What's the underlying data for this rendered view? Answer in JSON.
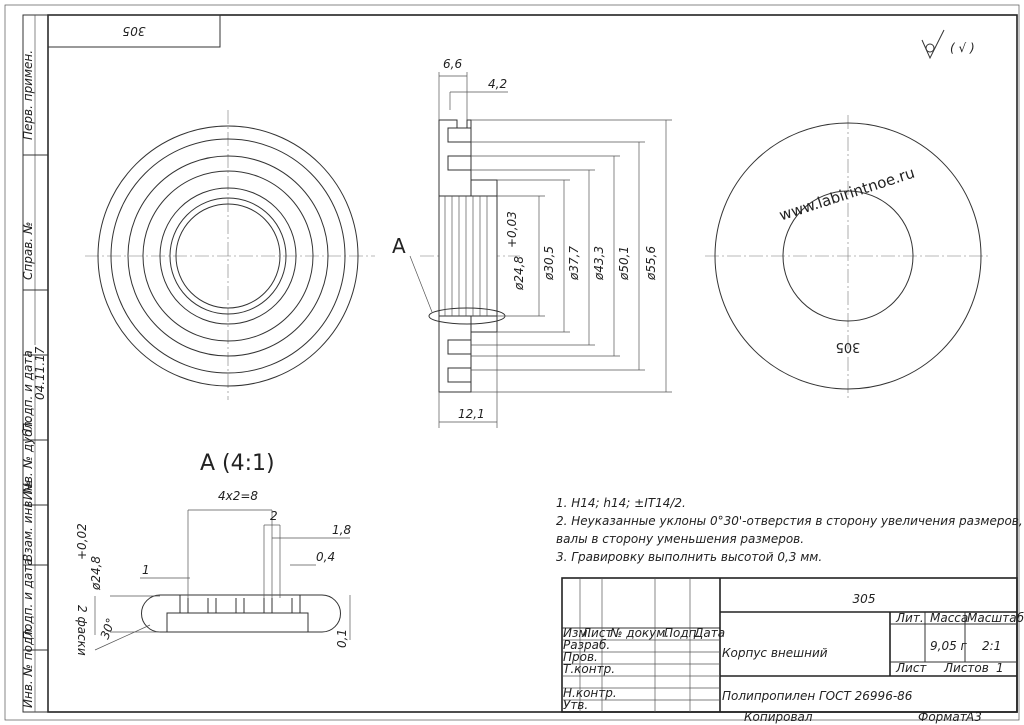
{
  "drawing": {
    "part_number": "305",
    "part_number_top": "305",
    "part_name": "Корпус внешний",
    "material": "Полипропилен  ГОСТ 26996-86",
    "mass": "9,05 г",
    "scale": "2:1",
    "sheets_label": "Листов",
    "sheets_value": "1",
    "sheet_label": "Лист",
    "copied": "Копировал",
    "format_label": "Формат",
    "format_value": "A3",
    "engraving": "www.labirintnoe.ru",
    "engraving_number": "305",
    "roughness": "√ (√)",
    "section_a": "A",
    "detail_title": "A (4:1)"
  },
  "side_columns": {
    "top": [
      "Перв. примен.",
      "Справ. №"
    ],
    "bottom": [
      "Подп. и дата",
      "Инв. № дубл.",
      "Взам. инв. №",
      "Подп. и дата",
      "Инв. № подл."
    ],
    "date": "04.11.17"
  },
  "title_block": {
    "headers": [
      "Изм.",
      "Лист",
      "№ докум.",
      "Подп.",
      "Дата"
    ],
    "roles": [
      "Разраб.",
      "Пров.",
      "Т.контр.",
      "Н.контр.",
      "Утв."
    ],
    "lit": "Лит.",
    "mass_h": "Масса",
    "scale_h": "Масштаб"
  },
  "notes": [
    "1. H14; h14; ±IT14/2.",
    "2. Неуказанные уклоны 0°30'-отверстия в сторону увеличения размеров,",
    "   валы в сторону уменьшения размеров.",
    "3. Гравировку выполнить высотой 0,3 мм."
  ],
  "dimensions": {
    "w_top1": "6,6",
    "w_top2": "4,2",
    "w_bottom": "12,1",
    "d1": "ø24,8",
    "d1_tol": "+0,03",
    "d2": "ø30,5",
    "d3": "ø37,7",
    "d4": "ø43,3",
    "d5": "ø50,1",
    "d6": "ø55,6",
    "detail_pitch": "4x2=8",
    "detail_2": "2",
    "detail_18": "1,8",
    "detail_04": "0,4",
    "detail_1": "1",
    "detail_d": "ø24,8",
    "detail_d_tol": "+0,02",
    "detail_chamfer": "2 фаски",
    "detail_angle": "30°",
    "detail_01": "0,1"
  }
}
